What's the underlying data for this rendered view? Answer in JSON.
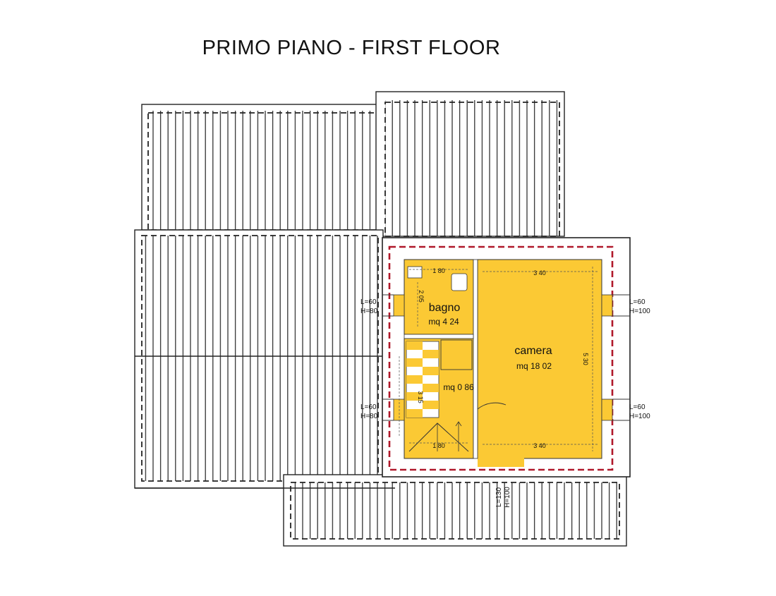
{
  "title": "PRIMO PIANO - FIRST FLOOR",
  "colors": {
    "room_fill": "#fbc934",
    "roof_line": "#222222",
    "boundary_dash": "#b0182a",
    "wall": "#ffffff"
  },
  "rooms": {
    "bagno": {
      "name": "bagno",
      "area": "mq 4 24"
    },
    "camera": {
      "name": "camera",
      "area": "mq 18 02"
    },
    "hall": {
      "area": "mq 0 86"
    }
  },
  "dimensions": {
    "bagno_width": "1 80",
    "bagno_depth": "2 05",
    "camera_width_top": "3 40",
    "camera_width_bottom": "3 40",
    "camera_depth": "5 30",
    "stair_width": "1 80",
    "stair_depth": "3 15"
  },
  "windows": {
    "left_top": {
      "l": "L=60",
      "h": "H=80"
    },
    "left_bottom": {
      "l": "L=60",
      "h": "H=80"
    },
    "right_top": {
      "l": "L=60",
      "h": "H=100"
    },
    "right_bottom": {
      "l": "L=60",
      "h": "H=100"
    },
    "door_bottom": {
      "l": "L=130",
      "h": "H=100"
    }
  }
}
